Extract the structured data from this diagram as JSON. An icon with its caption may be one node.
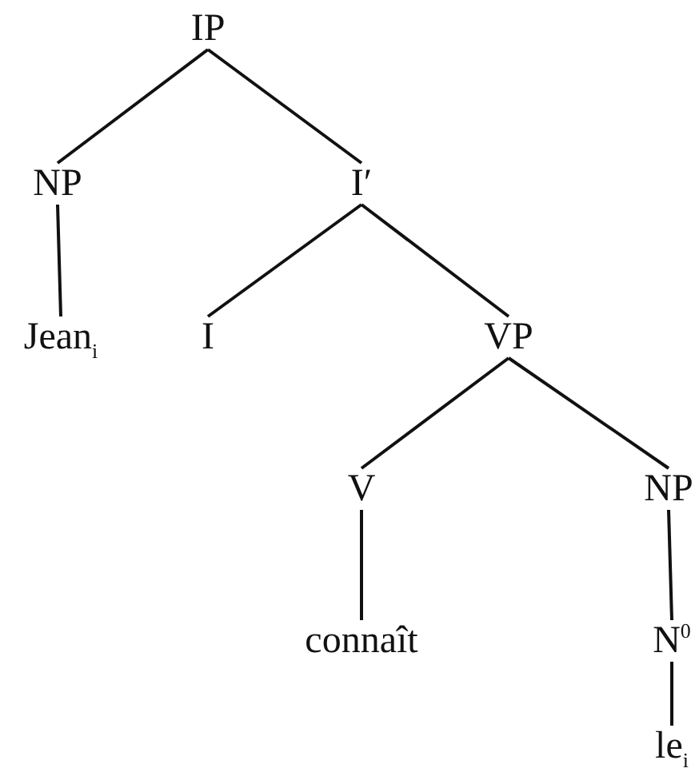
{
  "diagram": {
    "nodes": [
      {
        "text": [
          "IP"
        ]
      },
      {
        "text": [
          "NP"
        ]
      },
      {
        "text": [
          "I′"
        ]
      },
      {
        "text": [
          "Jean$_{i}$"
        ]
      },
      {
        "text": [
          "I"
        ]
      },
      {
        "text": [
          "VP"
        ]
      },
      {
        "text": [
          "V"
        ]
      },
      {
        "text": [
          "NP"
        ]
      },
      {
        "text": [
          "connaît"
        ]
      },
      {
        "text": [
          "N$^{0}$"
        ]
      },
      {
        "text": [
          "le$_{i}$"
        ]
      }
    ],
    "edges": [
      {
        "from": 0,
        "to": 1,
        "arrow": "none"
      },
      {
        "from": 0,
        "to": 2,
        "arrow": "none"
      },
      {
        "from": 1,
        "to": 3,
        "arrow": "none"
      },
      {
        "from": 2,
        "to": 4,
        "arrow": "none"
      },
      {
        "from": 2,
        "to": 5,
        "arrow": "none"
      },
      {
        "from": 5,
        "to": 6,
        "arrow": "none"
      },
      {
        "from": 5,
        "to": 7,
        "arrow": "none"
      },
      {
        "from": 6,
        "to": 8,
        "arrow": "none"
      },
      {
        "from": 7,
        "to": 9,
        "arrow": "none"
      },
      {
        "from": 9,
        "to": 10,
        "arrow": "none"
      }
    ]
  }
}
